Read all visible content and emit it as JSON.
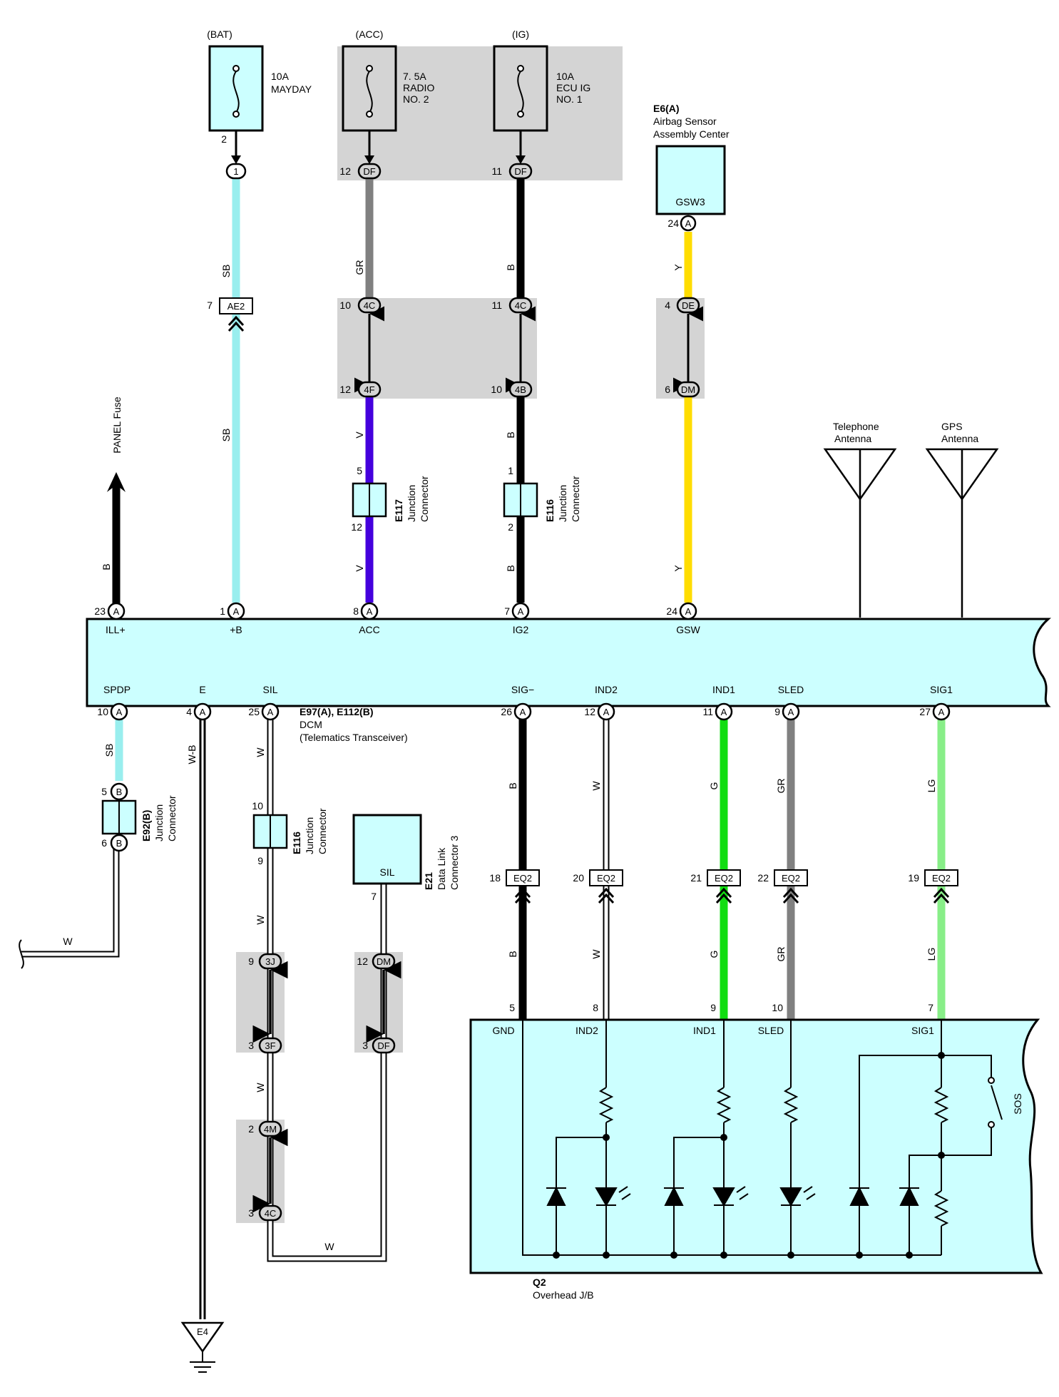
{
  "colors": {
    "teal_fill": "#ccffff",
    "gray_panel": "#d4d4d4",
    "sb": "#99eeee",
    "gr": "#808080",
    "b": "#000000",
    "y": "#ffdd00",
    "v": "#4400dd",
    "g": "#11dd11",
    "lg": "#88ee88",
    "w": "#ffffff"
  },
  "fuses": [
    {
      "source": "(BAT)",
      "rating": "10A",
      "name1": "MAYDAY",
      "name2": "",
      "pin": "2",
      "conn": "1",
      "conn_pin": ""
    },
    {
      "source": "(ACC)",
      "rating": "7. 5A",
      "name1": "RADIO",
      "name2": "NO. 2",
      "pin": "",
      "conn": "DF",
      "conn_pin": "12"
    },
    {
      "source": "(IG)",
      "rating": "10A",
      "name1": "ECU IG",
      "name2": "NO. 1",
      "pin": "",
      "conn": "DF",
      "conn_pin": "11"
    }
  ],
  "airbag": {
    "code": "E6(A)",
    "name1": "Airbag Sensor",
    "name2": "Assembly Center",
    "term": "GSW3",
    "pin": "24",
    "conn": "A"
  },
  "panel_fuse": "PANEL Fuse",
  "antennas": [
    {
      "l1": "Telephone",
      "l2": "Antenna"
    },
    {
      "l1": "GPS",
      "l2": "Antenna"
    }
  ],
  "wire_labels": {
    "sb": "SB",
    "gr": "GR",
    "b": "B",
    "y": "Y",
    "v": "V",
    "g": "G",
    "lg": "LG",
    "w": "W",
    "wb": "W-B"
  },
  "conns": {
    "ae2": {
      "pin": "7",
      "id": "AE2"
    },
    "c4c_1": {
      "pin": "10",
      "id": "4C"
    },
    "c4c_2": {
      "pin": "11",
      "id": "4C"
    },
    "c4f": {
      "pin": "12",
      "id": "4F"
    },
    "c4b": {
      "pin": "10",
      "id": "4B"
    },
    "de": {
      "pin": "4",
      "id": "DE"
    },
    "dm": {
      "pin": "6",
      "id": "DM"
    }
  },
  "junctions": {
    "e117": {
      "code": "E117",
      "l1": "Junction",
      "l2": "Connector",
      "top": "5",
      "bottom": "12"
    },
    "e116a": {
      "code": "E116",
      "l1": "Junction",
      "l2": "Connector",
      "top": "1",
      "bottom": "2"
    },
    "e92": {
      "code": "E92(B)",
      "l1": "Junction",
      "l2": "Connector",
      "top": "5",
      "bottom": "6",
      "conn": "B"
    },
    "e116b": {
      "code": "E116",
      "l1": "Junction",
      "l2": "Connector",
      "top": "10",
      "bottom": "9"
    }
  },
  "dcm": {
    "code": "E97(A), E112(B)",
    "name1": "DCM",
    "name2": "(Telematics Transceiver)",
    "top_pins": [
      {
        "num": "23",
        "conn": "A",
        "name": "ILL+"
      },
      {
        "num": "1",
        "conn": "A",
        "name": "+B"
      },
      {
        "num": "8",
        "conn": "A",
        "name": "ACC"
      },
      {
        "num": "7",
        "conn": "A",
        "name": "IG2"
      },
      {
        "num": "24",
        "conn": "A",
        "name": "GSW"
      }
    ],
    "bottom_pins": [
      {
        "num": "10",
        "conn": "A",
        "name": "SPDP"
      },
      {
        "num": "4",
        "conn": "A",
        "name": "E"
      },
      {
        "num": "25",
        "conn": "A",
        "name": "SIL"
      },
      {
        "num": "26",
        "conn": "A",
        "name": "SIG−"
      },
      {
        "num": "12",
        "conn": "A",
        "name": "IND2"
      },
      {
        "num": "11",
        "conn": "A",
        "name": "IND1"
      },
      {
        "num": "9",
        "conn": "A",
        "name": "SLED"
      },
      {
        "num": "27",
        "conn": "A",
        "name": "SIG1"
      }
    ]
  },
  "e21": {
    "code": "E21",
    "l1": "Data Link",
    "l2": "Connector 3",
    "term": "SIL",
    "pin": "7"
  },
  "sil_chain": [
    {
      "pin": "9",
      "id": "3J"
    },
    {
      "pin": "3",
      "id": "3F"
    },
    {
      "pin": "2",
      "id": "4M"
    },
    {
      "pin": "3",
      "id": "4C"
    }
  ],
  "e21_chain": [
    {
      "pin": "12",
      "id": "DM"
    },
    {
      "pin": "3",
      "id": "DF"
    }
  ],
  "eq2": [
    {
      "pin": "18",
      "id": "EQ2"
    },
    {
      "pin": "20",
      "id": "EQ2"
    },
    {
      "pin": "21",
      "id": "EQ2"
    },
    {
      "pin": "22",
      "id": "EQ2"
    },
    {
      "pin": "19",
      "id": "EQ2"
    }
  ],
  "q2": {
    "code": "Q2",
    "name": "Overhead J/B",
    "pins": [
      {
        "num": "5",
        "name": "GND"
      },
      {
        "num": "8",
        "name": "IND2"
      },
      {
        "num": "9",
        "name": "IND1"
      },
      {
        "num": "10",
        "name": "SLED"
      },
      {
        "num": "7",
        "name": "SIG1"
      }
    ],
    "sos": "SOS"
  },
  "ground": "E4"
}
